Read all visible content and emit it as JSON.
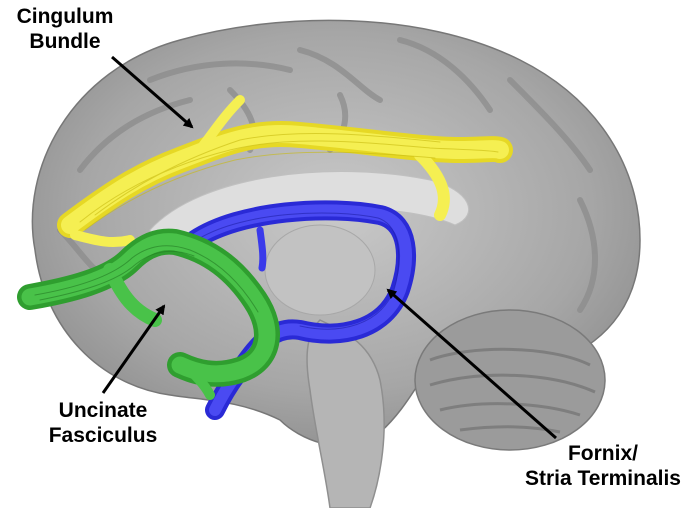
{
  "labels": {
    "cingulum": {
      "line1": "Cingulum",
      "line2": "Bundle"
    },
    "uncinate": {
      "line1": "Uncinate",
      "line2": "Fasciculus"
    },
    "fornix": {
      "line1": "Fornix/",
      "line2": "Stria Terminalis"
    }
  },
  "colors": {
    "background": "#ffffff",
    "brain_gray": "#a9a9a9",
    "cingulum": "#f2ec3a",
    "uncinate": "#3fb23f",
    "fornix": "#3131e8",
    "arrow": "#000000"
  }
}
